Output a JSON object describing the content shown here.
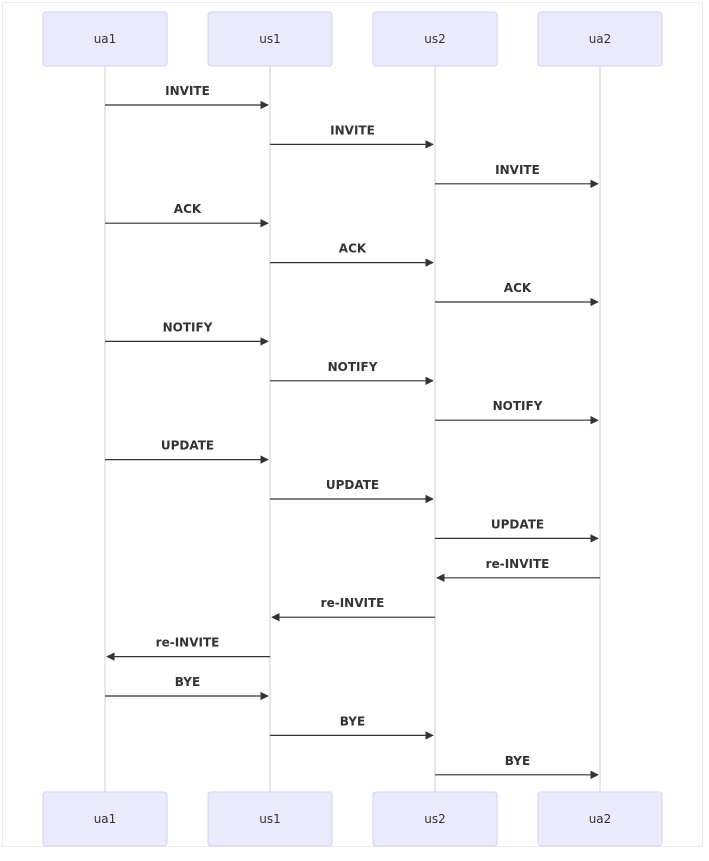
{
  "participants": [
    {
      "id": "ua1",
      "label": "ua1"
    },
    {
      "id": "us1",
      "label": "us1"
    },
    {
      "id": "us2",
      "label": "us2"
    },
    {
      "id": "ua2",
      "label": "ua2"
    }
  ],
  "messages": [
    {
      "from": "ua1",
      "to": "us1",
      "label": "INVITE"
    },
    {
      "from": "us1",
      "to": "us2",
      "label": "INVITE"
    },
    {
      "from": "us2",
      "to": "ua2",
      "label": "INVITE"
    },
    {
      "from": "ua1",
      "to": "us1",
      "label": "ACK"
    },
    {
      "from": "us1",
      "to": "us2",
      "label": "ACK"
    },
    {
      "from": "us2",
      "to": "ua2",
      "label": "ACK"
    },
    {
      "from": "ua1",
      "to": "us1",
      "label": "NOTIFY"
    },
    {
      "from": "us1",
      "to": "us2",
      "label": "NOTIFY"
    },
    {
      "from": "us2",
      "to": "ua2",
      "label": "NOTIFY"
    },
    {
      "from": "ua1",
      "to": "us1",
      "label": "UPDATE"
    },
    {
      "from": "us1",
      "to": "us2",
      "label": "UPDATE"
    },
    {
      "from": "us2",
      "to": "ua2",
      "label": "UPDATE"
    },
    {
      "from": "ua2",
      "to": "us2",
      "label": "re-INVITE"
    },
    {
      "from": "us2",
      "to": "us1",
      "label": "re-INVITE"
    },
    {
      "from": "us1",
      "to": "ua1",
      "label": "re-INVITE"
    },
    {
      "from": "ua1",
      "to": "us1",
      "label": "BYE"
    },
    {
      "from": "us1",
      "to": "us2",
      "label": "BYE"
    },
    {
      "from": "us2",
      "to": "ua2",
      "label": "BYE"
    }
  ],
  "colors": {
    "actor_fill": "#eaeafd",
    "actor_border": "#d1d1f3",
    "lifeline": "#cfcfcf",
    "message": "#333333"
  }
}
